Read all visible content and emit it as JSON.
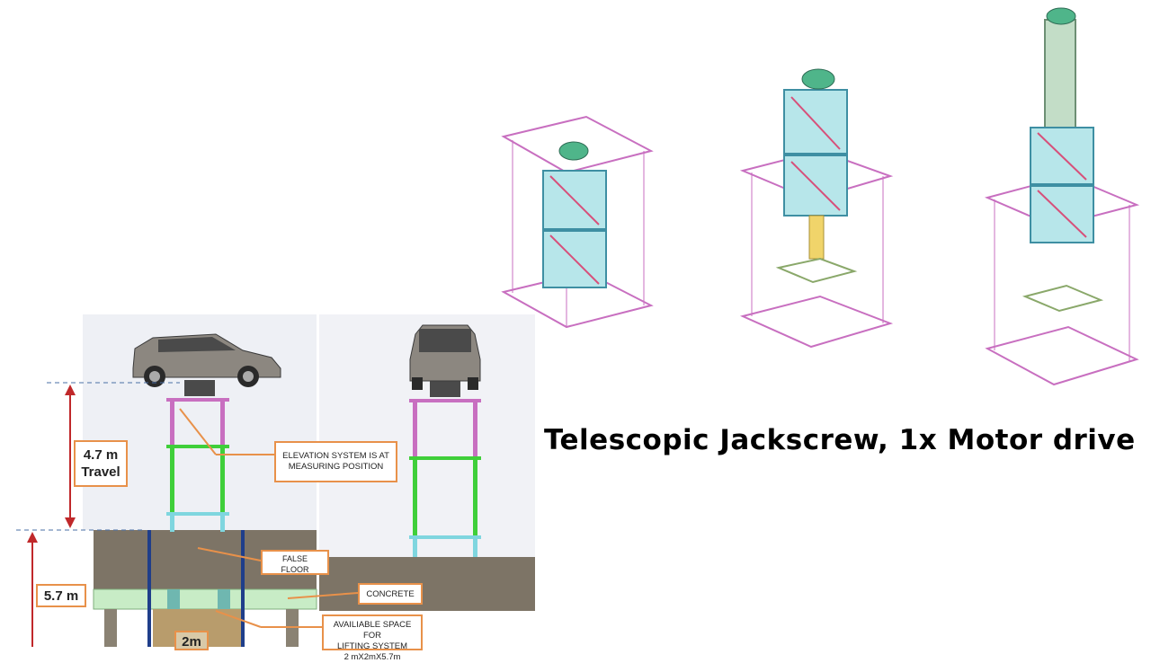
{
  "title": "Telescopic Jackscrew, 1x Motor drive",
  "callouts": {
    "elevation": [
      "ELEVATION SYSTEM IS AT",
      "MEASURING POSITION"
    ],
    "false_floor": [
      "FALSE",
      "FLOOR"
    ],
    "concrete": "CONCRETE",
    "space": [
      "AVAILIABLE SPACE FOR",
      "LIFTING SYSTEM",
      "2 mX2mX5.7m"
    ]
  },
  "dimensions": {
    "travel": [
      "4.7 m",
      "Travel"
    ],
    "depth": "5.7 m",
    "width": "2m"
  },
  "colors": {
    "frame_pink": "#c86fc0",
    "column_cyan": "#7fd6df",
    "column_green": "#3fcf3a",
    "dim_red": "#c0282a",
    "callout_orange": "#e8914a",
    "concrete": "#7d7466",
    "false_floor": "#c8ecc6",
    "motor_green": "#4fb58a"
  }
}
